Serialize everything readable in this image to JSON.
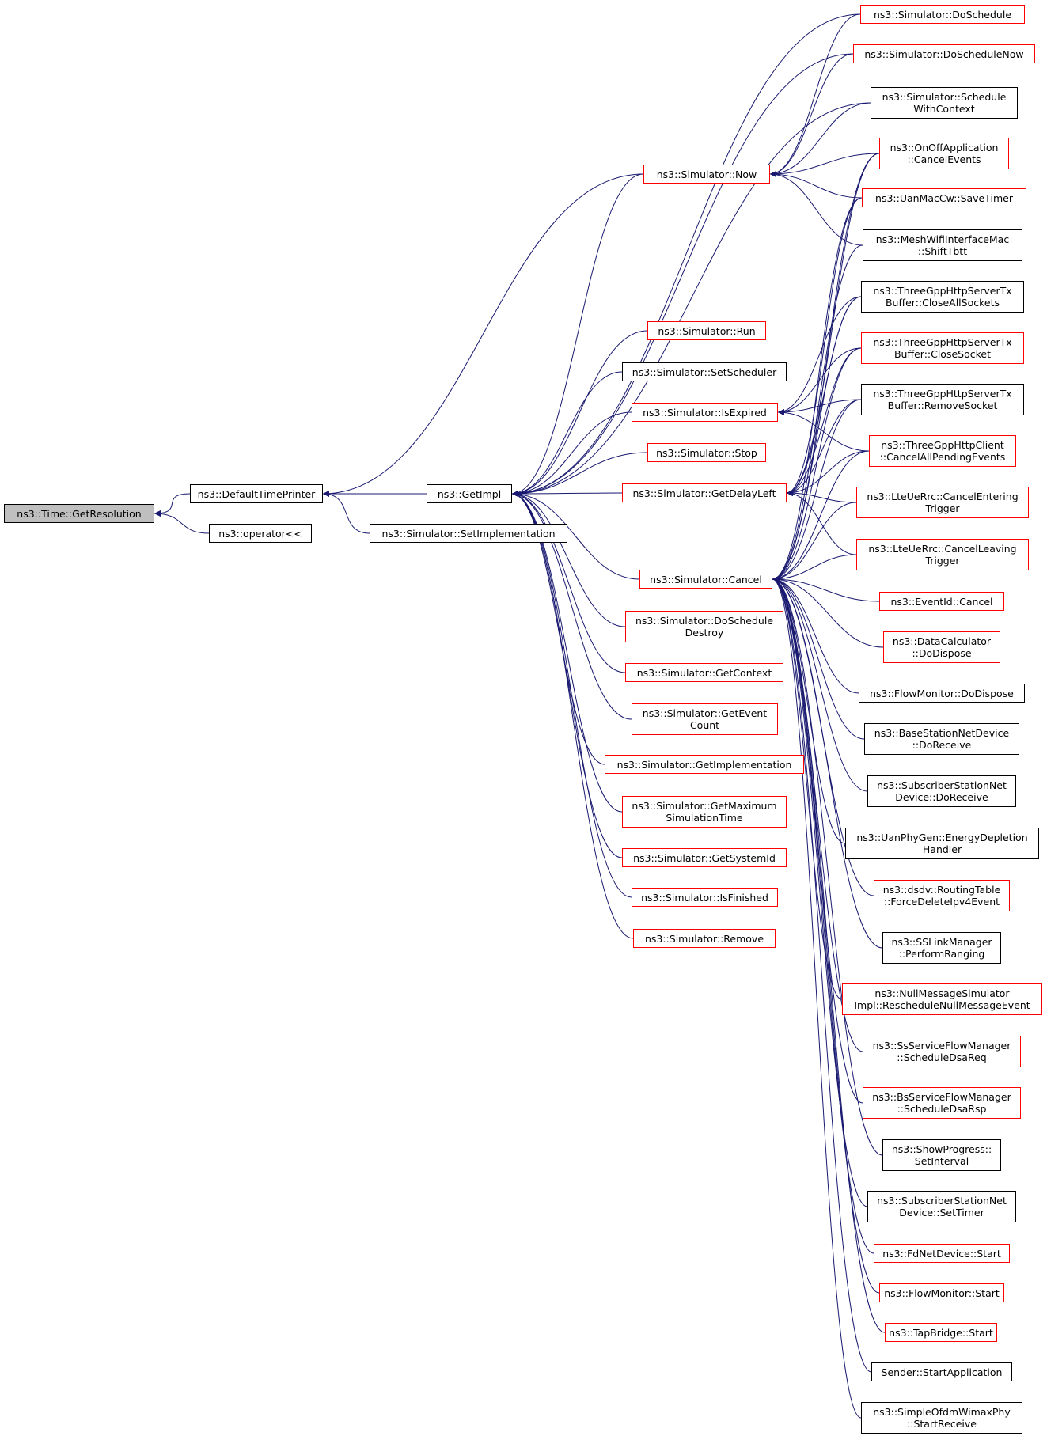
{
  "colors": {
    "edge": "#191970",
    "box_border_red": "#ff0000",
    "box_border_black": "#000000",
    "focus_fill": "#bfbfbf"
  },
  "nodes": [
    {
      "id": "getres",
      "lines": [
        "ns3::Time::GetResolution"
      ],
      "border": "focus"
    },
    {
      "id": "dtp",
      "lines": [
        "ns3::DefaultTimePrinter"
      ],
      "border": "black"
    },
    {
      "id": "oplt",
      "lines": [
        "ns3::operator<<"
      ],
      "border": "black"
    },
    {
      "id": "getimpl",
      "lines": [
        "ns3::GetImpl"
      ],
      "border": "black"
    },
    {
      "id": "setimpl",
      "lines": [
        "ns3::Simulator::SetImplementation"
      ],
      "border": "black"
    },
    {
      "id": "now",
      "lines": [
        "ns3::Simulator::Now"
      ],
      "border": "red"
    },
    {
      "id": "run",
      "lines": [
        "ns3::Simulator::Run"
      ],
      "border": "red"
    },
    {
      "id": "setsched",
      "lines": [
        "ns3::Simulator::SetScheduler"
      ],
      "border": "black"
    },
    {
      "id": "isexp",
      "lines": [
        "ns3::Simulator::IsExpired"
      ],
      "border": "red"
    },
    {
      "id": "stop",
      "lines": [
        "ns3::Simulator::Stop"
      ],
      "border": "red"
    },
    {
      "id": "gdl",
      "lines": [
        "ns3::Simulator::GetDelayLeft"
      ],
      "border": "red"
    },
    {
      "id": "cancel",
      "lines": [
        "ns3::Simulator::Cancel"
      ],
      "border": "red"
    },
    {
      "id": "dsd",
      "lines": [
        "ns3::Simulator::DoSchedule",
        "Destroy"
      ],
      "border": "red"
    },
    {
      "id": "getctx",
      "lines": [
        "ns3::Simulator::GetContext"
      ],
      "border": "red"
    },
    {
      "id": "getevc",
      "lines": [
        "ns3::Simulator::GetEvent",
        "Count"
      ],
      "border": "red"
    },
    {
      "id": "getimpl2",
      "lines": [
        "ns3::Simulator::GetImplementation"
      ],
      "border": "red"
    },
    {
      "id": "getmax",
      "lines": [
        "ns3::Simulator::GetMaximum",
        "SimulationTime"
      ],
      "border": "red"
    },
    {
      "id": "getsys",
      "lines": [
        "ns3::Simulator::GetSystemId"
      ],
      "border": "red"
    },
    {
      "id": "isfin",
      "lines": [
        "ns3::Simulator::IsFinished"
      ],
      "border": "red"
    },
    {
      "id": "remove",
      "lines": [
        "ns3::Simulator::Remove"
      ],
      "border": "red"
    },
    {
      "id": "dosched",
      "lines": [
        "ns3::Simulator::DoSchedule"
      ],
      "border": "red"
    },
    {
      "id": "doschednow",
      "lines": [
        "ns3::Simulator::DoScheduleNow"
      ],
      "border": "red"
    },
    {
      "id": "schedctx",
      "lines": [
        "ns3::Simulator::Schedule",
        "WithContext"
      ],
      "border": "black"
    },
    {
      "id": "onoff",
      "lines": [
        "ns3::OnOffApplication",
        "::CancelEvents"
      ],
      "border": "red"
    },
    {
      "id": "uanmac",
      "lines": [
        "ns3::UanMacCw::SaveTimer"
      ],
      "border": "red"
    },
    {
      "id": "meshwifi",
      "lines": [
        "ns3::MeshWifiInterfaceMac",
        "::ShiftTbtt"
      ],
      "border": "black"
    },
    {
      "id": "tgclosall",
      "lines": [
        "ns3::ThreeGppHttpServerTx",
        "Buffer::CloseAllSockets"
      ],
      "border": "black"
    },
    {
      "id": "tgclose",
      "lines": [
        "ns3::ThreeGppHttpServerTx",
        "Buffer::CloseSocket"
      ],
      "border": "red"
    },
    {
      "id": "tgremove",
      "lines": [
        "ns3::ThreeGppHttpServerTx",
        "Buffer::RemoveSocket"
      ],
      "border": "black"
    },
    {
      "id": "tgclient",
      "lines": [
        "ns3::ThreeGppHttpClient",
        "::CancelAllPendingEvents"
      ],
      "border": "red"
    },
    {
      "id": "lteenter",
      "lines": [
        "ns3::LteUeRrc::CancelEntering",
        "Trigger"
      ],
      "border": "red"
    },
    {
      "id": "lteleave",
      "lines": [
        "ns3::LteUeRrc::CancelLeaving",
        "Trigger"
      ],
      "border": "red"
    },
    {
      "id": "evcancel",
      "lines": [
        "ns3::EventId::Cancel"
      ],
      "border": "red"
    },
    {
      "id": "datacalc",
      "lines": [
        "ns3::DataCalculator",
        "::DoDispose"
      ],
      "border": "red"
    },
    {
      "id": "flowdisp",
      "lines": [
        "ns3::FlowMonitor::DoDispose"
      ],
      "border": "black"
    },
    {
      "id": "bsnet",
      "lines": [
        "ns3::BaseStationNetDevice",
        "::DoReceive"
      ],
      "border": "black"
    },
    {
      "id": "ssnet",
      "lines": [
        "ns3::SubscriberStationNet",
        "Device::DoReceive"
      ],
      "border": "black"
    },
    {
      "id": "uanphy",
      "lines": [
        "ns3::UanPhyGen::EnergyDepletion",
        "Handler"
      ],
      "border": "black"
    },
    {
      "id": "dsdv",
      "lines": [
        "ns3::dsdv::RoutingTable",
        "::ForceDeleteIpv4Event"
      ],
      "border": "red"
    },
    {
      "id": "sslink",
      "lines": [
        "ns3::SSLinkManager",
        "::PerformRanging"
      ],
      "border": "black"
    },
    {
      "id": "nullmsg",
      "lines": [
        "ns3::NullMessageSimulator",
        "Impl::RescheduleNullMessageEvent"
      ],
      "border": "red"
    },
    {
      "id": "ssflow",
      "lines": [
        "ns3::SsServiceFlowManager",
        "::ScheduleDsaReq"
      ],
      "border": "red"
    },
    {
      "id": "bsflow",
      "lines": [
        "ns3::BsServiceFlowManager",
        "::ScheduleDsaRsp"
      ],
      "border": "red"
    },
    {
      "id": "showprog",
      "lines": [
        "ns3::ShowProgress::",
        "SetInterval"
      ],
      "border": "black"
    },
    {
      "id": "sstimer",
      "lines": [
        "ns3::SubscriberStationNet",
        "Device::SetTimer"
      ],
      "border": "black"
    },
    {
      "id": "fdnet",
      "lines": [
        "ns3::FdNetDevice::Start"
      ],
      "border": "red"
    },
    {
      "id": "flowstart",
      "lines": [
        "ns3::FlowMonitor::Start"
      ],
      "border": "red"
    },
    {
      "id": "tapbridge",
      "lines": [
        "ns3::TapBridge::Start"
      ],
      "border": "red"
    },
    {
      "id": "sender",
      "lines": [
        "Sender::StartApplication"
      ],
      "border": "black"
    },
    {
      "id": "simpleofdm",
      "lines": [
        "ns3::SimpleOfdmWimaxPhy",
        "::StartReceive"
      ],
      "border": "black"
    }
  ],
  "edges": [
    [
      "getres",
      "dtp"
    ],
    [
      "getres",
      "oplt"
    ],
    [
      "dtp",
      "getimpl"
    ],
    [
      "dtp",
      "setimpl"
    ],
    [
      "dtp",
      "now"
    ],
    [
      "getimpl",
      "now"
    ],
    [
      "getimpl",
      "run"
    ],
    [
      "getimpl",
      "setsched"
    ],
    [
      "getimpl",
      "isexp"
    ],
    [
      "getimpl",
      "stop"
    ],
    [
      "getimpl",
      "gdl"
    ],
    [
      "getimpl",
      "cancel"
    ],
    [
      "getimpl",
      "dsd"
    ],
    [
      "getimpl",
      "getctx"
    ],
    [
      "getimpl",
      "getevc"
    ],
    [
      "getimpl",
      "getimpl2"
    ],
    [
      "getimpl",
      "getmax"
    ],
    [
      "getimpl",
      "getsys"
    ],
    [
      "getimpl",
      "isfin"
    ],
    [
      "getimpl",
      "remove"
    ],
    [
      "getimpl",
      "dosched"
    ],
    [
      "getimpl",
      "doschednow"
    ],
    [
      "getimpl",
      "schedctx"
    ],
    [
      "now",
      "dosched"
    ],
    [
      "now",
      "doschednow"
    ],
    [
      "now",
      "schedctx"
    ],
    [
      "now",
      "onoff"
    ],
    [
      "now",
      "uanmac"
    ],
    [
      "now",
      "meshwifi"
    ],
    [
      "isexp",
      "tgclosall"
    ],
    [
      "isexp",
      "tgclose"
    ],
    [
      "isexp",
      "tgremove"
    ],
    [
      "isexp",
      "tgclient"
    ],
    [
      "gdl",
      "tgclosall"
    ],
    [
      "gdl",
      "tgclose"
    ],
    [
      "gdl",
      "tgremove"
    ],
    [
      "gdl",
      "tgclient"
    ],
    [
      "gdl",
      "lteenter"
    ],
    [
      "gdl",
      "lteleave"
    ],
    [
      "gdl",
      "uanmac"
    ],
    [
      "gdl",
      "onoff"
    ],
    [
      "cancel",
      "onoff"
    ],
    [
      "cancel",
      "uanmac"
    ],
    [
      "cancel",
      "meshwifi"
    ],
    [
      "cancel",
      "tgclosall"
    ],
    [
      "cancel",
      "tgclose"
    ],
    [
      "cancel",
      "tgremove"
    ],
    [
      "cancel",
      "tgclient"
    ],
    [
      "cancel",
      "lteenter"
    ],
    [
      "cancel",
      "lteleave"
    ],
    [
      "cancel",
      "evcancel"
    ],
    [
      "cancel",
      "datacalc"
    ],
    [
      "cancel",
      "flowdisp"
    ],
    [
      "cancel",
      "bsnet"
    ],
    [
      "cancel",
      "ssnet"
    ],
    [
      "cancel",
      "uanphy"
    ],
    [
      "cancel",
      "dsdv"
    ],
    [
      "cancel",
      "sslink"
    ],
    [
      "cancel",
      "nullmsg"
    ],
    [
      "cancel",
      "ssflow"
    ],
    [
      "cancel",
      "bsflow"
    ],
    [
      "cancel",
      "showprog"
    ],
    [
      "cancel",
      "sstimer"
    ],
    [
      "cancel",
      "fdnet"
    ],
    [
      "cancel",
      "flowstart"
    ],
    [
      "cancel",
      "tapbridge"
    ],
    [
      "cancel",
      "sender"
    ],
    [
      "cancel",
      "simpleofdm"
    ]
  ]
}
